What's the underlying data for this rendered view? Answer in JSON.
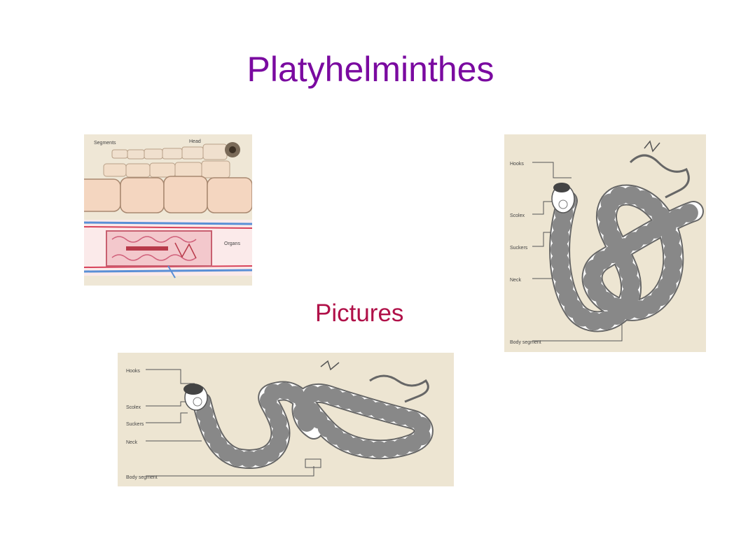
{
  "slide": {
    "title": "Platyhelminthes",
    "subtitle": "Pictures"
  },
  "pictures": {
    "anatomy": {
      "labels": {
        "segments": "Segments",
        "head": "Head",
        "organs": "Organs"
      }
    },
    "tapeworm_vertical": {
      "labels": {
        "hooks": "Hooks",
        "scolex": "Scolex",
        "suckers": "Suckers",
        "neck": "Neck",
        "body_segment": "Body segment"
      }
    },
    "tapeworm_horizontal": {
      "labels": {
        "hooks": "Hooks",
        "scolex": "Scolex",
        "suckers": "Suckers",
        "neck": "Neck",
        "body_segment": "Body segment"
      }
    }
  },
  "colors": {
    "title": "#7a0aa0",
    "subtitle": "#b01048",
    "parchment": "#ede5d2",
    "tissue": "#f4d6c0",
    "organs": "#f3c8cc",
    "vessel_blue": "#5a8fd6",
    "vessel_red": "#d8425a"
  }
}
